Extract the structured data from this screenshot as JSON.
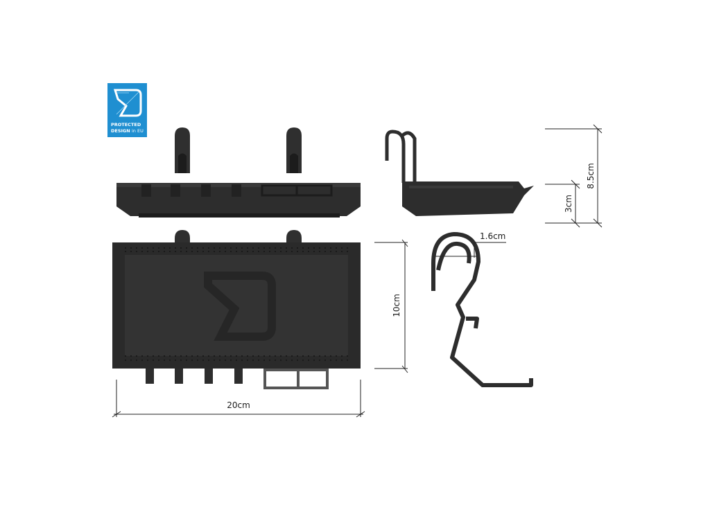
{
  "badge": {
    "line1": "PROTECTED",
    "line2": "DESIGN",
    "line3": "in EU",
    "color": "#1f8fd1"
  },
  "dimensions": {
    "width": "20cm",
    "depth": "10cm",
    "total_height": "8.5cm",
    "tray_height": "3cm",
    "hook_gap": "1.6cm"
  },
  "colors": {
    "product": "#2d2d2d",
    "product_dark": "#1c1c1c",
    "product_light": "#444444",
    "dimension_line": "#222222"
  }
}
